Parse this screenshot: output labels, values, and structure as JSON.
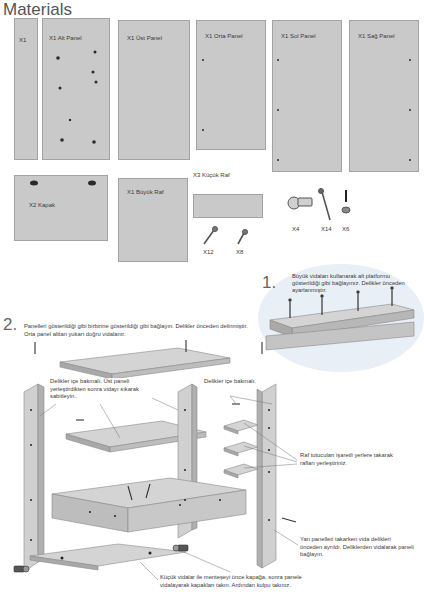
{
  "diagram": {
    "title": "Materials",
    "nodes": [
      {
        "text": [
          "X1"
        ]
      },
      {
        "text": [
          "X1 Alt Panel"
        ]
      },
      {
        "text": [
          "X1 Üst Panel"
        ]
      },
      {
        "text": [
          "X1 Orta Panel"
        ]
      },
      {
        "text": [
          "X1 Sol Panel"
        ]
      },
      {
        "text": [
          "X1 Sağ Panel"
        ]
      },
      {
        "text": [
          "X2 Kapak"
        ]
      },
      {
        "text": [
          "X1 Büyük Raf"
        ]
      },
      {
        "text": [
          "X3 Küçük Raf"
        ]
      },
      {
        "text": [
          "Büyük vidaları kullanarak alt platformu gösterildiği gibi bağlayınız. Delikler önceden ayarlanmıştır."
        ]
      }
    ],
    "labels": [
      "X4",
      "X14",
      "X6",
      "X12",
      "X8",
      "1.",
      "2.",
      "Panelleri gösterildiği gibi birbirine gösterildiği gibi bağlayın. Delikler önceden delinmiştir. Orta panel alttan yukarı doğru vidalanır.",
      "Delikler içe bakmalı. Üst paneli yerleştirdikten sonra vidayı sıkarak sabitleyin..",
      "Delikler içe bakmalı.",
      "Raf tutucuları işaretli yerlere takarak rafları yerleştiriniz.",
      "Yan panelleri takarken vida delikleri önceden ayrıldı. Deliklerden vidalarak paneli bağlayın.",
      "Küçük vidalar ile menteşeyi önce kapağa, sonra panele vidalayarak kapakları takın. Ardından kulpu takınız."
    ]
  }
}
